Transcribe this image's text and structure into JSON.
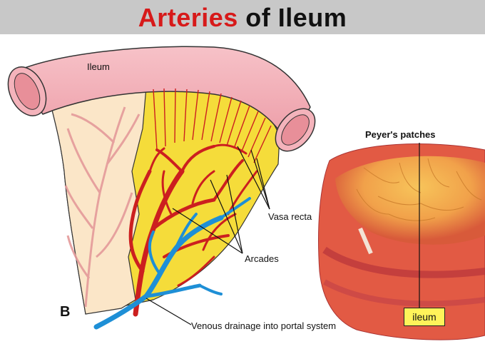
{
  "title": {
    "accent_word": "Arteries",
    "rest": " of Ileum"
  },
  "colors": {
    "title_accent": "#d71a1a",
    "title_bar": "#c8c8c8",
    "artery": "#cc1f1f",
    "vein": "#1e8fd6",
    "mesentery_fat": "#f5dc3a",
    "bowel_wall": "#f2b8bf",
    "mucosa_orange": "#f2a64a"
  },
  "labels": {
    "ileum_on_loop": "Ileum",
    "vasa_recta": "Vasa recta",
    "arcades": "Arcades",
    "venous_drainage": "Venous drainage into portal system",
    "panel_letter": "B",
    "peyers_patches": "Peyer's patches",
    "ileum_box": "ileum"
  }
}
